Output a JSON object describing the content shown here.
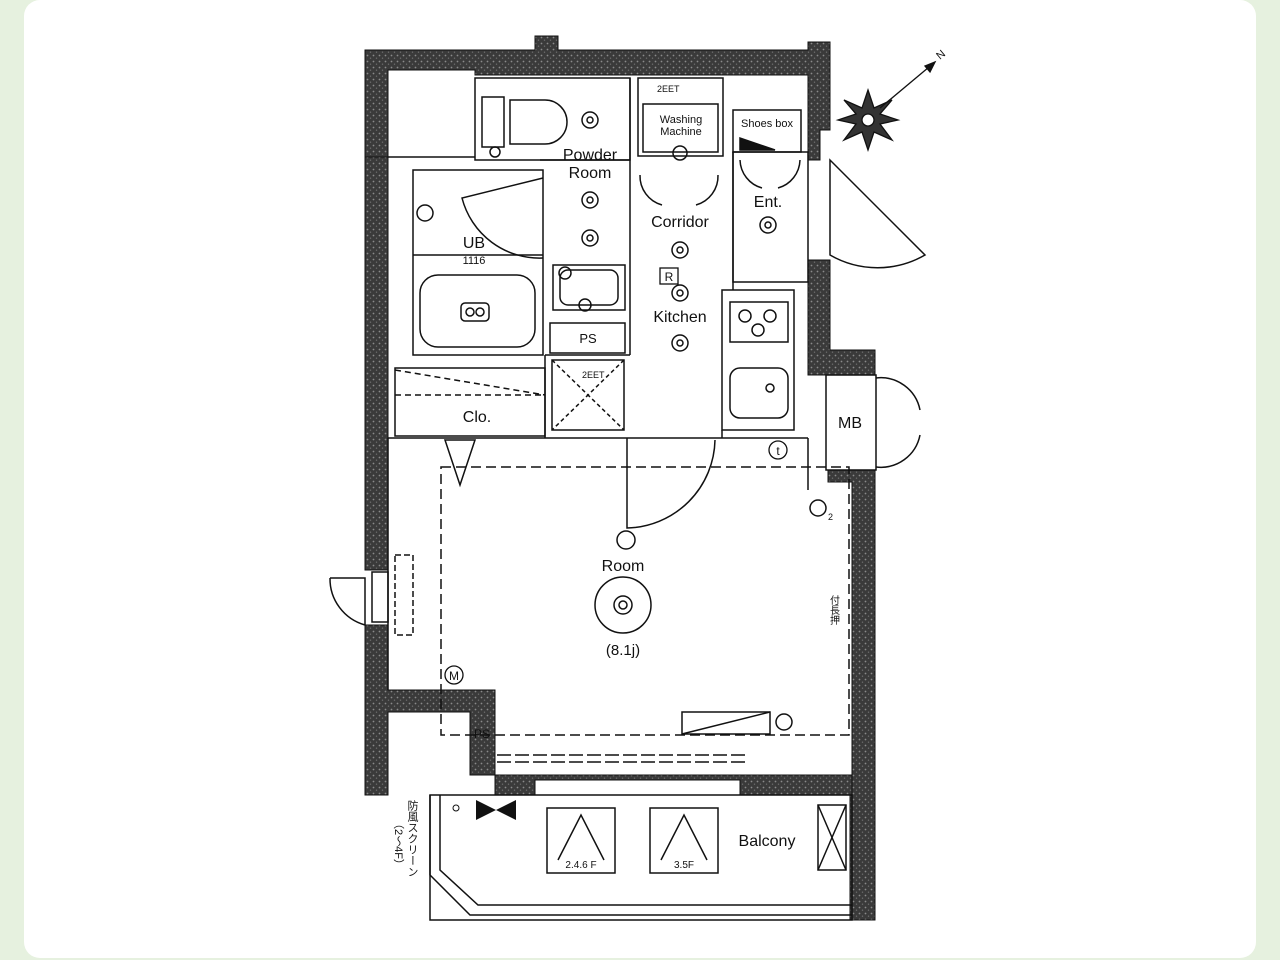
{
  "plan": {
    "rooms": {
      "powder_room_l1": "Powder",
      "powder_room_l2": "Room",
      "washing_l1": "Washing",
      "washing_l2": "Machine",
      "shoes_box": "Shoes box",
      "corridor": "Corridor",
      "ent": "Ent.",
      "ub": "UB",
      "ub_size": "1116",
      "kitchen": "Kitchen",
      "ps_upper": "PS",
      "clo": "Clo.",
      "mb": "MB",
      "room": "Room",
      "room_size": "(8.1j)",
      "ps_lower": "PS",
      "balcony": "Balcony"
    },
    "symbols": {
      "refrigerator": "R",
      "multimedia": "M",
      "thermostat": "t",
      "code_2eet_top": "2EET",
      "code_2eet_shower": "2EET",
      "sub_2": "2"
    },
    "notes": {
      "vertical_note": "付長押",
      "wind_screen": "防風スクリーン",
      "wind_floors": "（2〜4F）"
    },
    "ladders": {
      "ladder_a": "2.4.6 F",
      "ladder_b": "3.5F"
    },
    "compass": {
      "north_mark": "N"
    },
    "colors": {
      "wall_fill": "#3c3c3c",
      "line": "#111111",
      "frame_bg": "#e6f1df"
    }
  }
}
